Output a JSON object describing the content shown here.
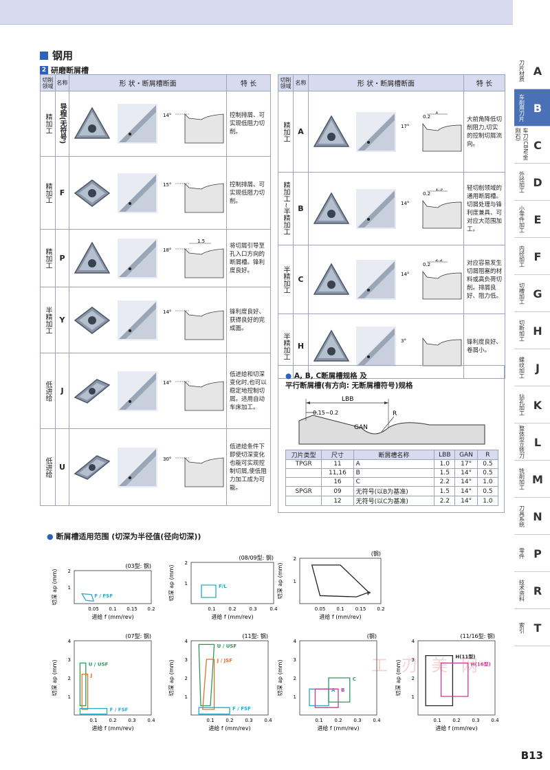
{
  "header": {
    "section_title": "钢用",
    "sub_num": "2",
    "sub_title": "研磨断屑槽"
  },
  "table_headers": {
    "area": "切削领域",
    "name": "名称",
    "shape": "形  状・断屑槽断面",
    "feature": "特      长"
  },
  "left_rows": [
    {
      "area": "精加工",
      "name": "导程(无符号)",
      "angle": "14°",
      "dim": "",
      "feature": "控制排屑、可实现低阻力切削。"
    },
    {
      "area": "精加工",
      "name": "F",
      "angle": "15°",
      "dim": "",
      "feature": "控制排屑、可实现低阻力切削。"
    },
    {
      "area": "精加工",
      "name": "P",
      "angle": "18°",
      "dim": "1.5",
      "feature": "将切屑引导至孔入口方向的断屑槽。锋利度良好。"
    },
    {
      "area": "半精加工",
      "name": "Y",
      "angle": "14°",
      "dim": "",
      "feature": "锋利度良好、获得良好的完成面。"
    },
    {
      "area": "低进给",
      "name": "J",
      "angle": "14°",
      "dim": "",
      "feature": "低进给和切深变化时,也可以稳定地控制切屑。适用自动车床加工。"
    },
    {
      "area": "低进给",
      "name": "U",
      "angle": "30°",
      "dim": "",
      "feature": "低进给条件下即使切深变化也能可实现控制切屑,使低阻力加工成为可能。"
    }
  ],
  "right_rows": [
    {
      "area": "精加工",
      "name": "A",
      "angle": "17°",
      "dim1": "0.2",
      "dim2": "1",
      "feature": "大前角降低切削阻力,切实的控制切屑流向。"
    },
    {
      "area": "精加工~半精加工",
      "name": "B",
      "angle": "14°",
      "dim1": "0.2",
      "dim2": "1.5",
      "feature": "轻切削领域的通用断屑槽。切屑处理与锋利度兼具、可对应大范围加工。"
    },
    {
      "area": "半精加工",
      "name": "C",
      "angle": "14°",
      "dim1": "0.2",
      "dim2": "2.2",
      "feature": "对应容易发生切屑阻塞的材料或高负荷切削。排屑良好、阻力低。"
    },
    {
      "area": "半精加工",
      "name": "H",
      "angle": "3°",
      "dim1": "",
      "dim2": "",
      "feature": "锋利度良好、卷屑小。"
    }
  ],
  "spec": {
    "title_line1": "A, B, C断屑槽规格 及",
    "title_line2": "平行断屑槽(有方向: 无断屑槽符号)规格",
    "diagram_labels": {
      "lbb": "LBB",
      "offset": "0.15~0.2",
      "r": "R",
      "gan": "GAN"
    },
    "columns": [
      "刀片类型",
      "尺寸",
      "断屑槽名称",
      "LBB",
      "GAN",
      "R"
    ],
    "rows": [
      [
        "TPGR",
        "11",
        "A",
        "1.0",
        "17°",
        "0.5"
      ],
      [
        "",
        "11,16",
        "B",
        "1.5",
        "14°",
        "0.5"
      ],
      [
        "",
        "16",
        "C",
        "2.2",
        "14°",
        "1.0"
      ],
      [
        "SPGR",
        "09",
        "无符号(以B为基准)",
        "1.5",
        "14°",
        "0.5"
      ],
      [
        "",
        "12",
        "无符号(以C为基准)",
        "2.2",
        "14°",
        "1.0"
      ]
    ]
  },
  "range_title": "断屑槽适用范围 (切深为半径值(径向切深))",
  "chart_data": [
    {
      "type": "area",
      "title": "(03型: 钢)",
      "xlabel": "进给 f (mm/rev)",
      "ylabel": "切深 ap (mm)",
      "xlim": [
        0,
        0.2
      ],
      "ylim": [
        0,
        2
      ],
      "xticks": [
        "0.05",
        "0.1",
        "0.15",
        "0.2"
      ],
      "yticks": [
        "1",
        "2"
      ],
      "regions": [
        {
          "name": "F / FSF",
          "color": "#2aa6c8"
        }
      ]
    },
    {
      "type": "area",
      "title": "(08/09型: 钢)",
      "xlabel": "进给 f (mm/rev)",
      "ylabel": "切深 ap (mm)",
      "xlim": [
        0,
        0.4
      ],
      "ylim": [
        0,
        2
      ],
      "xticks": [
        "0.1",
        "0.2",
        "0.3",
        "0.4"
      ],
      "yticks": [
        "1",
        "2"
      ],
      "regions": [
        {
          "name": "F/L",
          "color": "#2aa6c8"
        }
      ]
    },
    {
      "type": "area",
      "title": "(钢)",
      "xlabel": "进给 f (mm/rev)",
      "ylabel": "切深 ap (mm)",
      "xlim": [
        0,
        0.2
      ],
      "ylim": [
        0,
        2
      ],
      "xticks": [
        "0.05",
        "0.1",
        "0.15",
        "0.2"
      ],
      "yticks": [
        "1",
        "2"
      ],
      "regions": [
        {
          "name": "P",
          "color": "#222222"
        }
      ]
    },
    {
      "type": "area",
      "title": "(07型: 钢)",
      "xlabel": "进给 f (mm/rev)",
      "ylabel": "切深 ap (mm)",
      "xlim": [
        0,
        0.4
      ],
      "ylim": [
        0,
        4
      ],
      "xticks": [
        "0.1",
        "0.2",
        "0.3",
        "0.4"
      ],
      "yticks": [
        "1",
        "2",
        "3",
        "4"
      ],
      "regions": [
        {
          "name": "U / USF",
          "color": "#2a9a5a"
        },
        {
          "name": "J",
          "color": "#e0702a"
        },
        {
          "name": "F / FSF",
          "color": "#2aa6c8"
        }
      ]
    },
    {
      "type": "area",
      "title": "(11型: 钢)",
      "xlabel": "进给 f (mm/rev)",
      "ylabel": "切深 ap (mm)",
      "xlim": [
        0,
        0.4
      ],
      "ylim": [
        0,
        4
      ],
      "xticks": [
        "0.1",
        "0.2",
        "0.3",
        "0.4"
      ],
      "yticks": [
        "1",
        "2",
        "3",
        "4"
      ],
      "regions": [
        {
          "name": "U / USF",
          "color": "#2a9a5a"
        },
        {
          "name": "J / JSF",
          "color": "#e0702a"
        },
        {
          "name": "F / FSF",
          "color": "#2aa6c8"
        }
      ]
    },
    {
      "type": "area",
      "title": "(钢)",
      "xlabel": "进给 f (mm/rev)",
      "ylabel": "切深 ap (mm)",
      "xlim": [
        0,
        0.4
      ],
      "ylim": [
        0,
        4
      ],
      "xticks": [
        "0.1",
        "0.2",
        "0.3",
        "0.4"
      ],
      "yticks": [
        "1",
        "2",
        "3",
        "4"
      ],
      "regions": [
        {
          "name": "A",
          "color": "#2aa6c8"
        },
        {
          "name": "B",
          "color": "#c43a9a"
        },
        {
          "name": "C",
          "color": "#2a9a5a"
        }
      ]
    },
    {
      "type": "area",
      "title": "(11/16型: 钢)",
      "xlabel": "进给 f (mm/rev)",
      "ylabel": "切深 ap (mm)",
      "xlim": [
        0,
        0.4
      ],
      "ylim": [
        0,
        4
      ],
      "xticks": [
        "0.1",
        "0.2",
        "0.3",
        "0.4"
      ],
      "yticks": [
        "1",
        "2",
        "3",
        "4"
      ],
      "regions": [
        {
          "name": "H(11型)",
          "color": "#222222"
        },
        {
          "name": "H(16型)",
          "color": "#c43a9a"
        }
      ]
    }
  ],
  "tabs": [
    {
      "label": "刀片材质",
      "letter": "A"
    },
    {
      "label": "车削用刀片",
      "letter": "B",
      "active": true
    },
    {
      "label": "车刀(CBN/金刚石)",
      "letter": "C"
    },
    {
      "label": "外径加工",
      "letter": "D"
    },
    {
      "label": "小零件加工",
      "letter": "E"
    },
    {
      "label": "内径加工",
      "letter": "F"
    },
    {
      "label": "切槽加工",
      "letter": "G"
    },
    {
      "label": "切断加工",
      "letter": "H"
    },
    {
      "label": "螺纹加工",
      "letter": "J"
    },
    {
      "label": "钻孔加工",
      "letter": "K"
    },
    {
      "label": "整体型立铣刀",
      "letter": "L"
    },
    {
      "label": "铣削加工",
      "letter": "M"
    },
    {
      "label": "刀具系统",
      "letter": "N"
    },
    {
      "label": "零件",
      "letter": "P"
    },
    {
      "label": "技术资料",
      "letter": "R"
    },
    {
      "label": "索引",
      "letter": "T"
    }
  ],
  "page_number": "B13",
  "watermark": "工 刃 美 网"
}
